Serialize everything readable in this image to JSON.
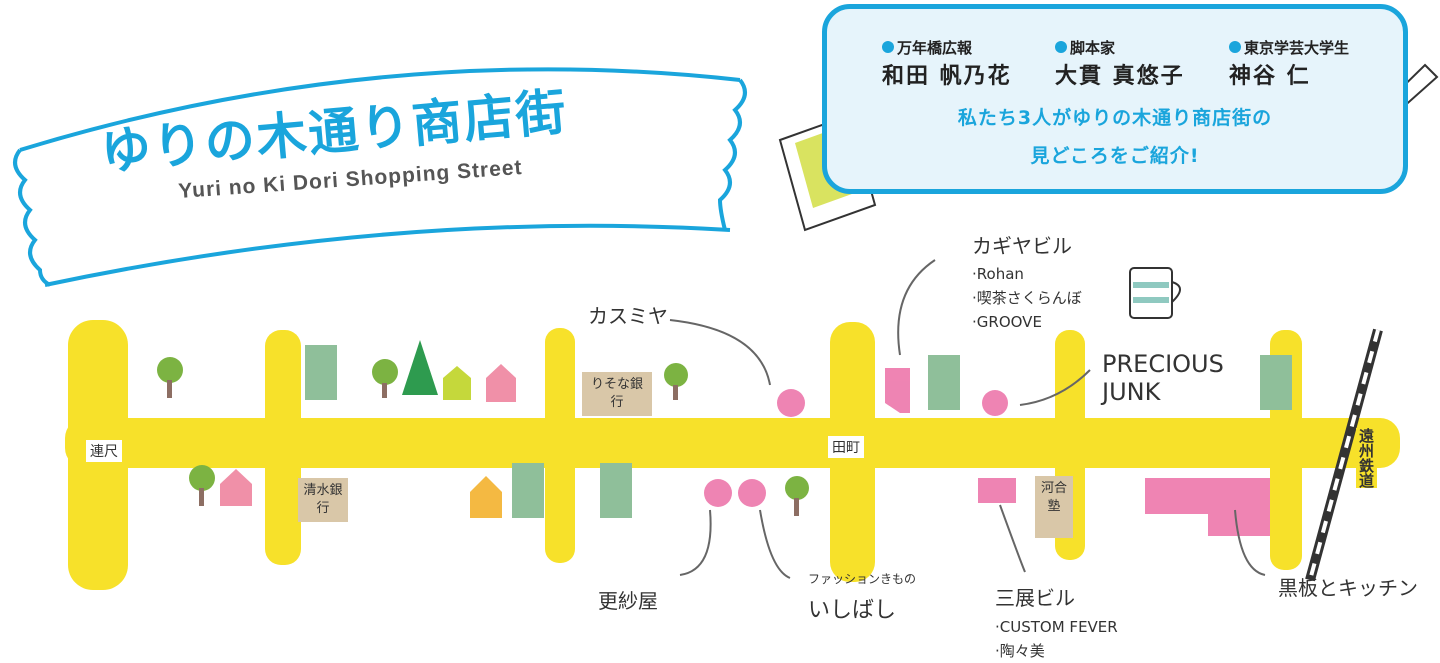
{
  "title": {
    "main": "ゆりの木通り商店街",
    "sub": "Yuri no Ki Dori Shopping Street"
  },
  "bubble": {
    "people": [
      {
        "role": "万年橋広報",
        "name": "和田 帆乃花"
      },
      {
        "role": "脚本家",
        "name": "大貫 真悠子"
      },
      {
        "role": "東京学芸大学生",
        "name": "神谷 仁"
      }
    ],
    "intro_line1": "私たち3人がゆりの木通り商店街の",
    "intro_line2": "見どころをご紹介!"
  },
  "streets": {
    "renjaku": "連尺",
    "tamachi": "田町",
    "railway": "遠州鉄道"
  },
  "signs": {
    "risona": "りそな銀行",
    "shimizu": "清水銀行",
    "kawai": "河合塾"
  },
  "shops": {
    "kasumiya": "カスミヤ",
    "kagiya": {
      "name": "カギヤビル",
      "tenants": [
        "Rohan",
        "喫茶さくらんぼ",
        "GROOVE"
      ]
    },
    "precious": [
      "PRECIOUS",
      "JUNK"
    ],
    "sarashaya": "更紗屋",
    "ishibashi": {
      "caption": "ファッションきもの",
      "name": "いしばし"
    },
    "santen": {
      "name": "三展ビル",
      "tenants": [
        "CUSTOM FEVER",
        "陶々美"
      ]
    },
    "kokuban": "黒板とキッチン"
  },
  "colors": {
    "accent": "#1aa5dc",
    "road": "#f7e12a",
    "pink": "#ec6fa6",
    "green": "#8fbf9a"
  }
}
